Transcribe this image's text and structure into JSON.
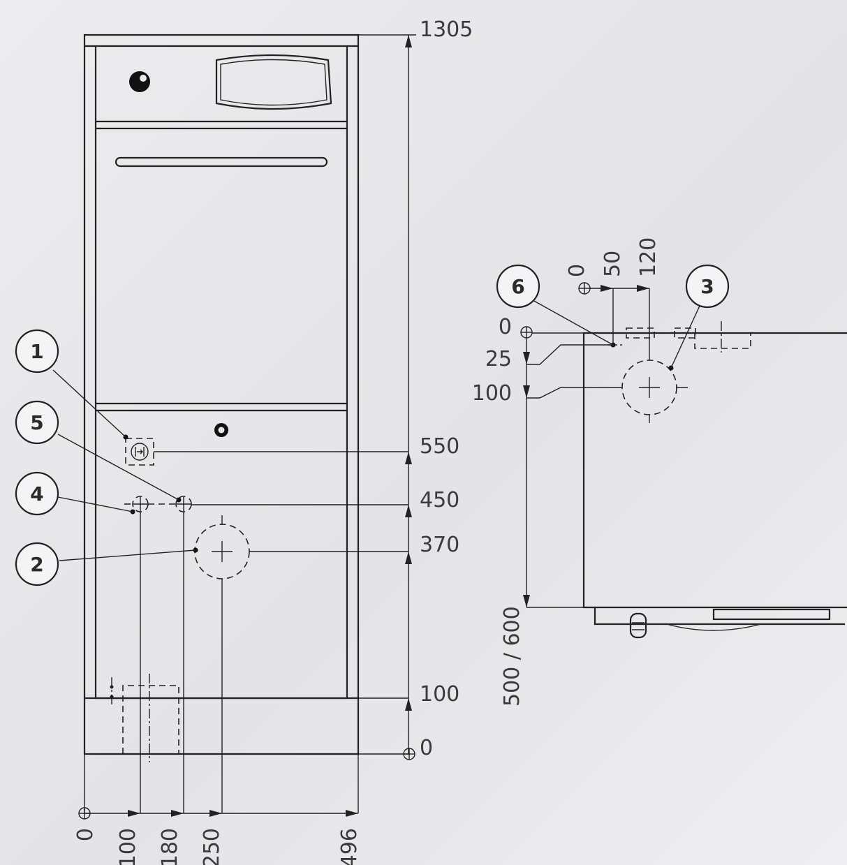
{
  "front_view": {
    "vertical_dims": [
      "1305",
      "550",
      "450",
      "370",
      "100",
      "0"
    ],
    "horizontal_dims": [
      "0",
      "100",
      "180",
      "250",
      "496"
    ]
  },
  "side_view": {
    "top_dims": [
      "0",
      "50",
      "120"
    ],
    "left_dims": [
      "0",
      "25",
      "100"
    ],
    "depth_label": "500 / 600"
  },
  "callouts": [
    "1",
    "2",
    "3",
    "4",
    "5",
    "6"
  ]
}
